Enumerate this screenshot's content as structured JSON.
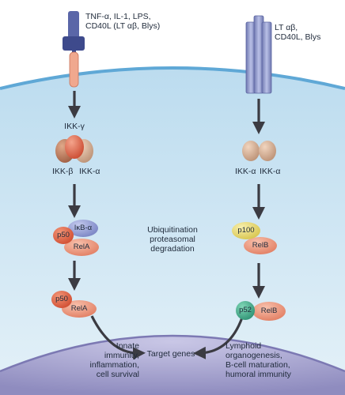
{
  "left_ligands": "TNF-α, IL-1, LPS,\nCD40L (LT αβ, Blys)",
  "right_ligands": "LT αβ,\nCD40L, Blys",
  "left_ikk_gamma": "IKK-γ",
  "left_ikk_beta": "IKK-β",
  "left_ikk_alpha": "IKK-α",
  "right_ikk_alpha_1": "IKK-α",
  "right_ikk_alpha_2": "IKK-α",
  "ikb_alpha": "IκB-α",
  "p50_top": "p50",
  "rela_top": "RelA",
  "p100": "p100",
  "relb_top": "RelB",
  "middle_text": "Ubiquitination\nproteasomal\ndegradation",
  "p50_bottom": "p50",
  "rela_bottom": "RelA",
  "p52": "p52",
  "relb_bottom": "RelB",
  "target_genes": "Target genes",
  "left_outcomes": "Innate\nimmunity,\ninflammation,\ncell survival",
  "right_outcomes": "Lymphoid\norganogenesis,\nB-cell maturation,\nhumoral immunity",
  "colors": {
    "cytoplasm": "#cfe6f4",
    "membrane": "#5fa8d6",
    "nucleus": "#a8a6cf",
    "arrow": "#3b3b42",
    "receptor": "#8d96c8",
    "rela": "#ee9a80",
    "p50": "#e96a4d",
    "ikb": "#9aa3d8",
    "p100": "#e8d86a",
    "p52": "#3fa88a"
  }
}
